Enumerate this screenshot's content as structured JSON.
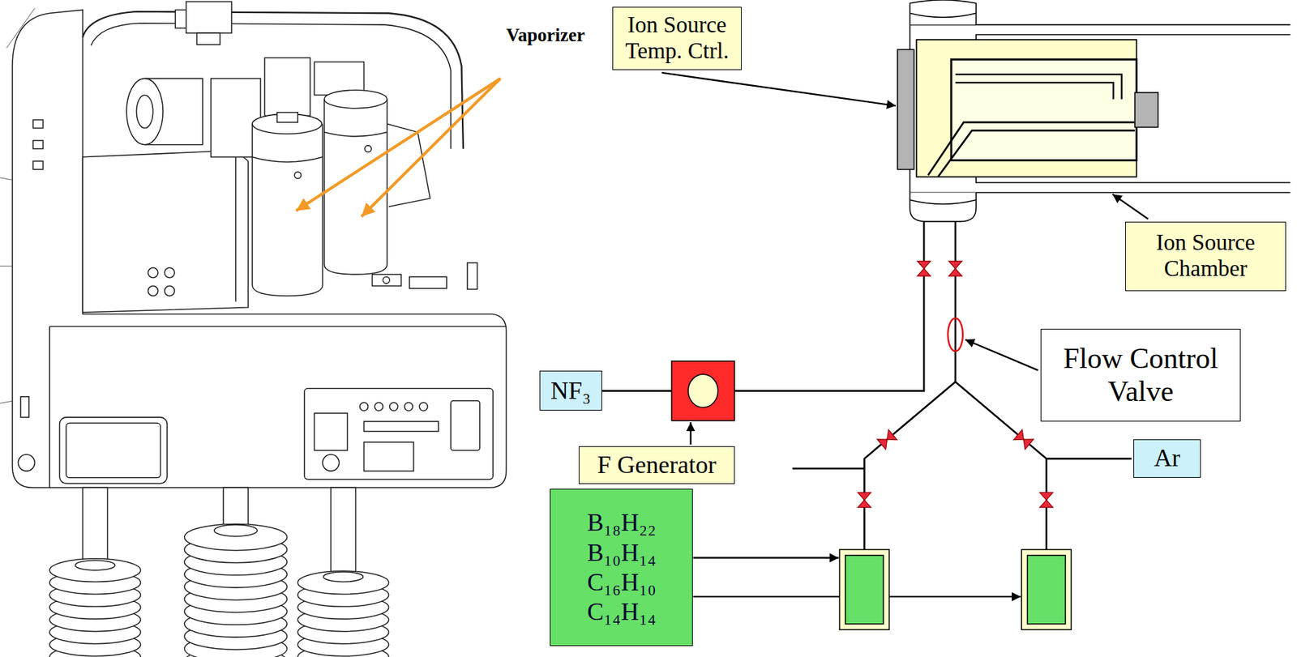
{
  "diagram": {
    "nodes": [
      {
        "text": [
          "Ion Source Temp. Ctrl."
        ]
      },
      {
        "text": [
          "Ion Source Chamber"
        ]
      },
      {
        "text": [
          "Flow Control Valve"
        ]
      },
      {
        "text": [
          "NF₃"
        ]
      },
      {
        "text": [
          "F Generator"
        ]
      },
      {
        "text": [
          "Ar"
        ]
      },
      {
        "text": [
          "B₁₈H₂₂",
          "B₁₀H₁₄",
          "C₁₆H₁₀",
          "C₁₄H₁₄"
        ]
      }
    ],
    "labels": [
      "Vaporizer"
    ]
  }
}
